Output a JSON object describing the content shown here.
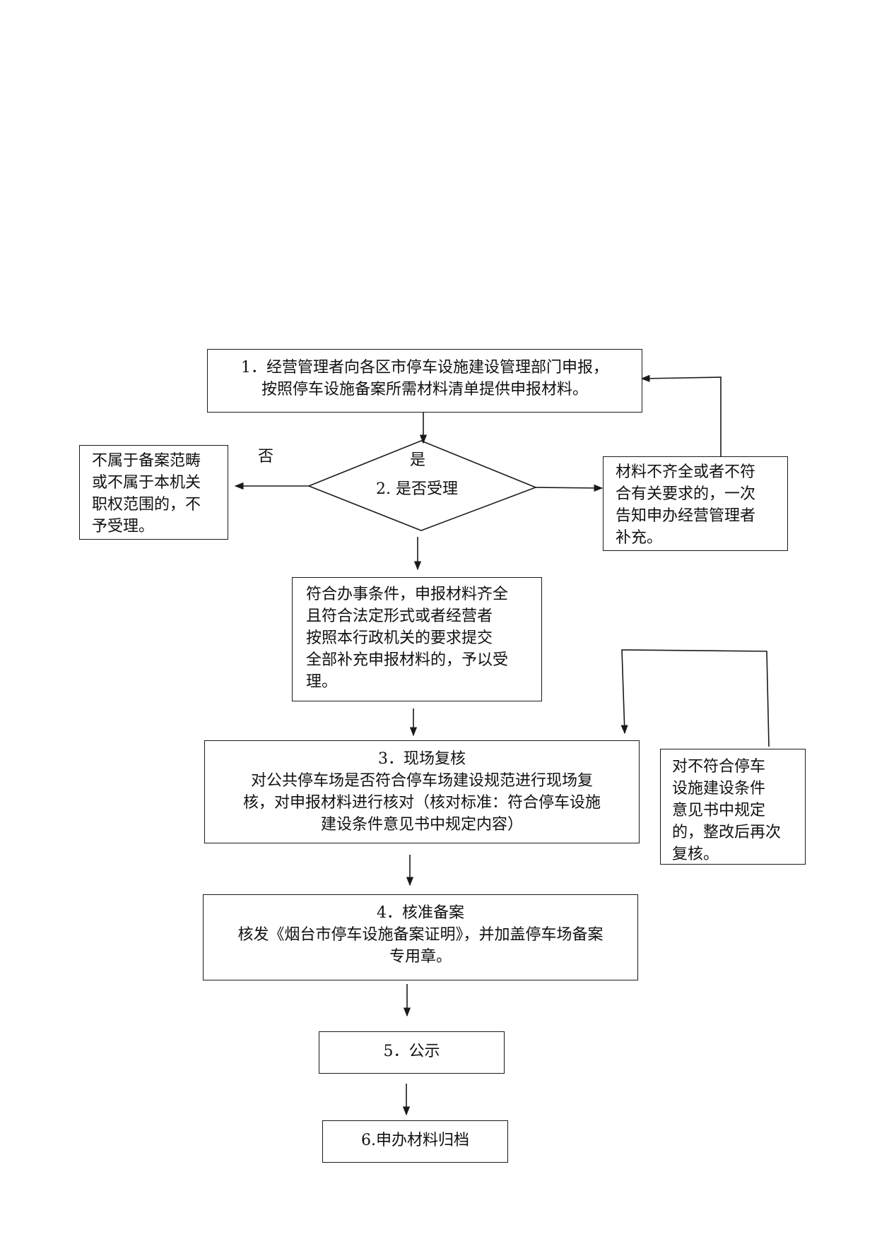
{
  "steps": {
    "step1": {
      "lines": [
        "1．经营管理者向各区市停车设施建设管理部门申报，",
        "按照停车设施备案所需材料清单提供申报材料。"
      ]
    },
    "step2": {
      "yes_top": "是",
      "label": "2. 是否受理"
    },
    "reject": {
      "lines": [
        "不属于备案范畴",
        "或不属于本机关",
        "职权范围的，不",
        "予受理。"
      ]
    },
    "supplement": {
      "lines": [
        "材料不齐全或者不符",
        "合有关要求的，一次",
        "告知申办经营管理者",
        "补充。"
      ]
    },
    "accept": {
      "lines": [
        "符合办事条件，申报材料齐全",
        "且符合法定形式或者经营者",
        "按照本行政机关的要求提交",
        "全部补充申报材料的，予以受",
        "理。"
      ]
    },
    "step3": {
      "lines": [
        "3．现场复核",
        "对公共停车场是否符合停车场建设规范进行现场复",
        "核，对申报材料进行核对（核对标准：符合停车设施",
        "建设条件意见书中规定内容）"
      ]
    },
    "rectify": {
      "lines": [
        "对不符合停车",
        "设施建设条件",
        "意见书中规定",
        "的，整改后再次",
        "复核。"
      ]
    },
    "step4": {
      "lines": [
        "4．核准备案",
        "核发《烟台市停车设施备案证明》，并加盖停车场备案",
        "专用章。"
      ]
    },
    "step5": {
      "label": "5．公示"
    },
    "step6": {
      "label": "6.申办材料归档"
    }
  },
  "labels": {
    "no": "否"
  },
  "colors": {
    "line": "#1a1a1a",
    "text": "#111111",
    "background": "#ffffff"
  }
}
